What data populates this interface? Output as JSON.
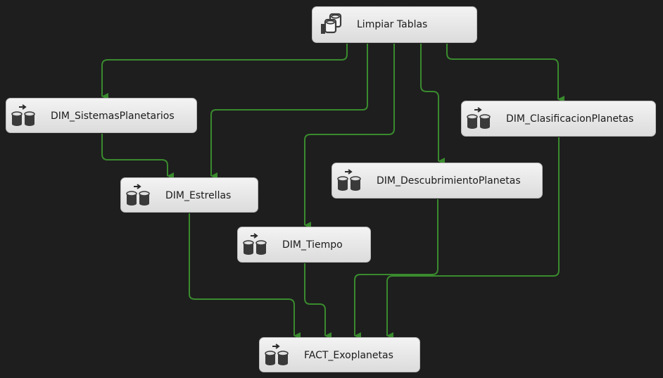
{
  "tasks": {
    "limpiar": {
      "label": "Limpiar Tablas",
      "icon": "execute-sql-icon"
    },
    "sistemas": {
      "label": "DIM_SistemasPlanetarios",
      "icon": "data-flow-icon"
    },
    "clasificacion": {
      "label": "DIM_ClasificacionPlanetas",
      "icon": "data-flow-icon"
    },
    "estrellas": {
      "label": "DIM_Estrellas",
      "icon": "data-flow-icon"
    },
    "descubrimiento": {
      "label": "DIM_DescubrimientoPlanetas",
      "icon": "data-flow-icon"
    },
    "tiempo": {
      "label": "DIM_Tiempo",
      "icon": "data-flow-icon"
    },
    "fact": {
      "label": "FACT_Exoplanetas",
      "icon": "data-flow-icon"
    }
  },
  "colors": {
    "canvas": "#1e1e1e",
    "connector": "#3a8a2e",
    "task_bg": "#e6e6e6",
    "task_text": "#1b1b1b"
  },
  "precedence": [
    {
      "from": "limpiar",
      "to": "sistemas"
    },
    {
      "from": "limpiar",
      "to": "estrellas"
    },
    {
      "from": "limpiar",
      "to": "tiempo"
    },
    {
      "from": "limpiar",
      "to": "descubrimiento"
    },
    {
      "from": "limpiar",
      "to": "clasificacion"
    },
    {
      "from": "sistemas",
      "to": "estrellas"
    },
    {
      "from": "estrellas",
      "to": "fact"
    },
    {
      "from": "tiempo",
      "to": "fact"
    },
    {
      "from": "descubrimiento",
      "to": "fact"
    },
    {
      "from": "clasificacion",
      "to": "fact"
    }
  ]
}
